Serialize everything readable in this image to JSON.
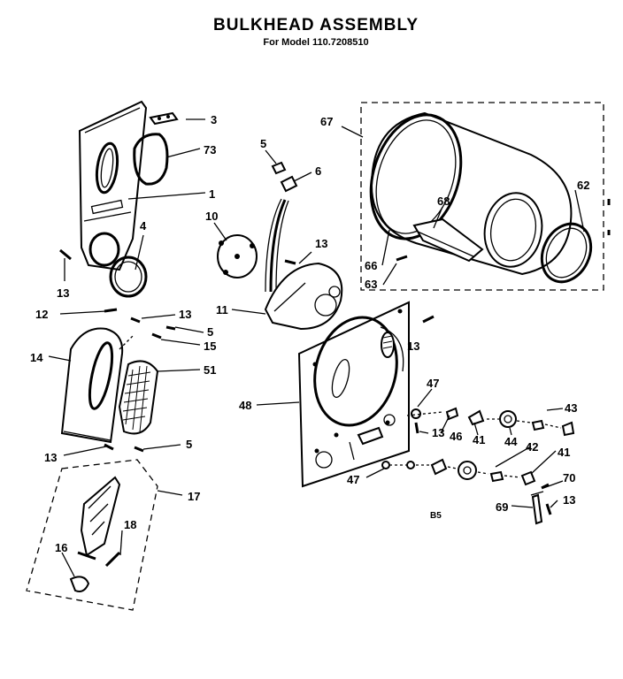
{
  "title": "BULKHEAD ASSEMBLY",
  "subtitle": "For Model 110.7208510",
  "corner_code": "B5",
  "callouts": [
    "3",
    "73",
    "1",
    "4",
    "13",
    "12",
    "13",
    "5",
    "15",
    "14",
    "51",
    "13",
    "5",
    "17",
    "18",
    "16",
    "5",
    "6",
    "10",
    "13",
    "11",
    "67",
    "62",
    "68",
    "66",
    "63",
    "13",
    "48",
    "47",
    "13",
    "46",
    "41",
    "44",
    "43",
    "42",
    "41",
    "47",
    "70",
    "69",
    "13"
  ]
}
